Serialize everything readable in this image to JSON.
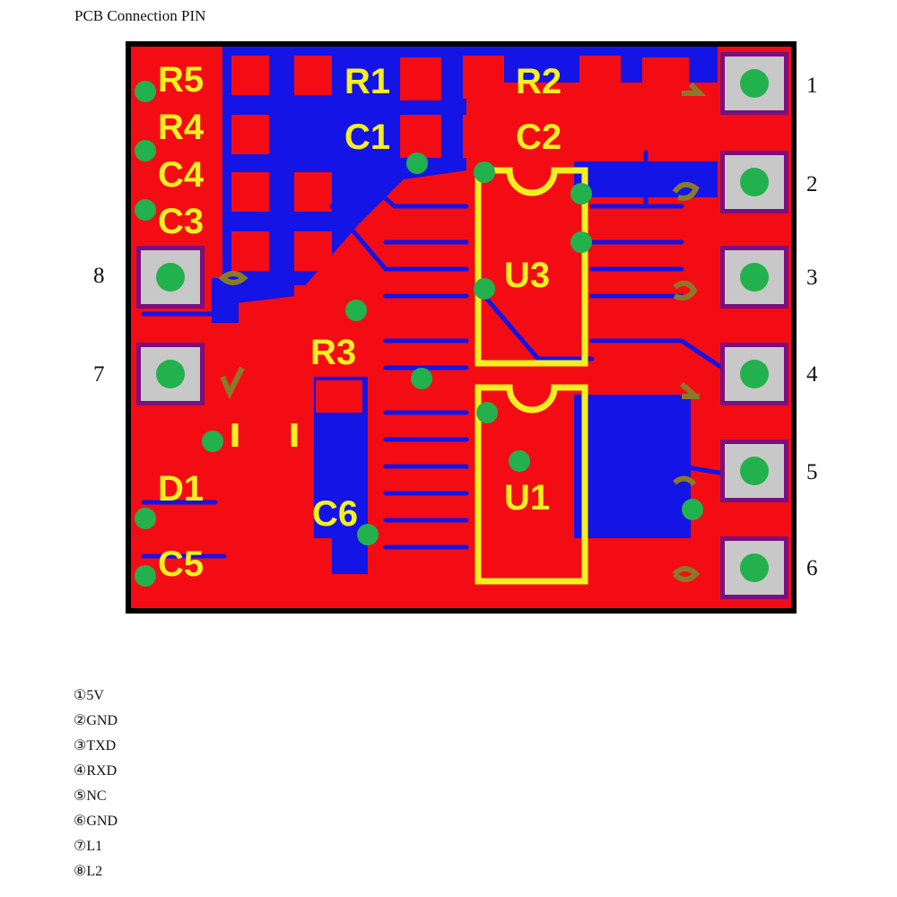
{
  "title": "PCB Connection PIN",
  "colors": {
    "copper_top": "#f40c14",
    "copper_bottom": "#1414e6",
    "silkscreen": "#f4f020",
    "via": "#22b14c",
    "pad": "#c8c8c8",
    "pad_ring": "#7a1080",
    "outline": "#000000",
    "olive_mark": "#8a7a28"
  },
  "component_labels": {
    "r5": "R5",
    "r4": "R4",
    "c4": "C4",
    "c3": "C3",
    "r1": "R1",
    "c1": "C1",
    "r2": "R2",
    "c2": "C2",
    "r3": "R3",
    "u3": "U3",
    "u1": "U1",
    "d1": "D1",
    "c6": "C6",
    "c5": "C5"
  },
  "pins_right": [
    "1",
    "2",
    "3",
    "4",
    "5",
    "6"
  ],
  "pins_left": [
    "8",
    "7"
  ],
  "legend": [
    {
      "marker": "①",
      "label": "5V"
    },
    {
      "marker": "②",
      "label": "GND"
    },
    {
      "marker": "③",
      "label": "TXD"
    },
    {
      "marker": "④",
      "label": "RXD"
    },
    {
      "marker": "⑤",
      "label": "NC"
    },
    {
      "marker": "⑥",
      "label": "GND"
    },
    {
      "marker": "⑦",
      "label": "L1"
    },
    {
      "marker": "⑧",
      "label": "L2"
    }
  ]
}
